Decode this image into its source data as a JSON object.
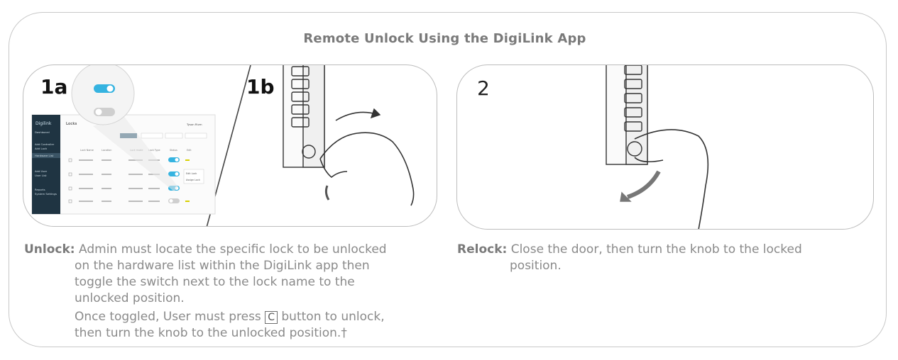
{
  "title": "Remote Unlock Using the DigiLink App",
  "steps": {
    "a": "1a",
    "b": "1b",
    "c": "2"
  },
  "app": {
    "brand": "Digilink",
    "page_title": "Locks",
    "sidebar": [
      "Dashboard",
      "Add Controller",
      "Add Lock",
      "Hardware List",
      "Add User",
      "User List",
      "Reports",
      "System Settings"
    ],
    "user": "Tyson Rivm",
    "columns": [
      "Lock Name",
      "Location",
      "Lock mode",
      "Lock Type",
      "Status",
      "Edit"
    ],
    "menu": [
      "Edit Lock",
      "Assign Lock"
    ]
  },
  "unlock": {
    "label": "Unlock:",
    "lines": [
      "Admin must locate the specific lock to be unlocked",
      "on the hardware list within the DigiLink app then",
      "toggle the switch next to the lock name to the",
      "unlocked position."
    ],
    "line2_pre": "Once toggled, User must press",
    "key": "C",
    "line2_post": "button to unlock,",
    "line3": "then turn the knob to the unlocked position.†"
  },
  "relock": {
    "label": "Relock:",
    "lines": [
      "Close the door, then turn the knob to the locked",
      "position."
    ]
  }
}
